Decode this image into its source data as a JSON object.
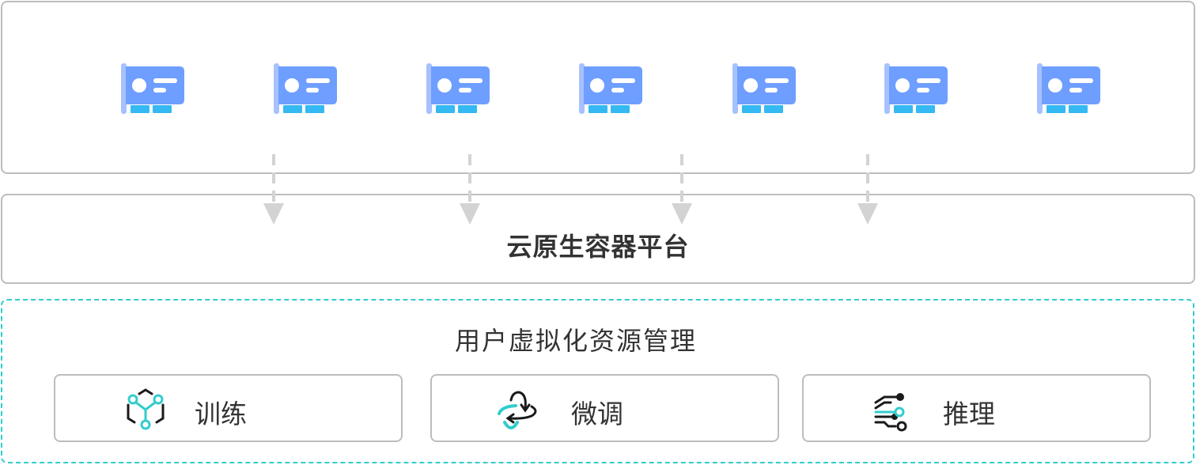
{
  "layers": {
    "gpu_layer": {
      "gpu_count": 7,
      "gpu_icon": "gpu-card-icon"
    },
    "platform_layer": {
      "title": "云原生容器平台"
    },
    "user_layer": {
      "title": "用户虚拟化资源管理",
      "features": [
        {
          "label": "训练",
          "icon": "training-network-icon"
        },
        {
          "label": "微调",
          "icon": "finetune-cycle-icon"
        },
        {
          "label": "推理",
          "icon": "inference-circuit-icon"
        }
      ]
    }
  },
  "arrows": {
    "count": 4,
    "icon": "arrow-down-icon"
  },
  "colors": {
    "gpu_body": "#6e9eff",
    "gpu_bracket": "#a7c1ff",
    "gpu_pins": "#35b9f2",
    "accent_teal": "#33cccc",
    "border_gray": "#bdbdbd",
    "arrow_gray": "#d3d3d3",
    "text_dark": "#333333"
  }
}
